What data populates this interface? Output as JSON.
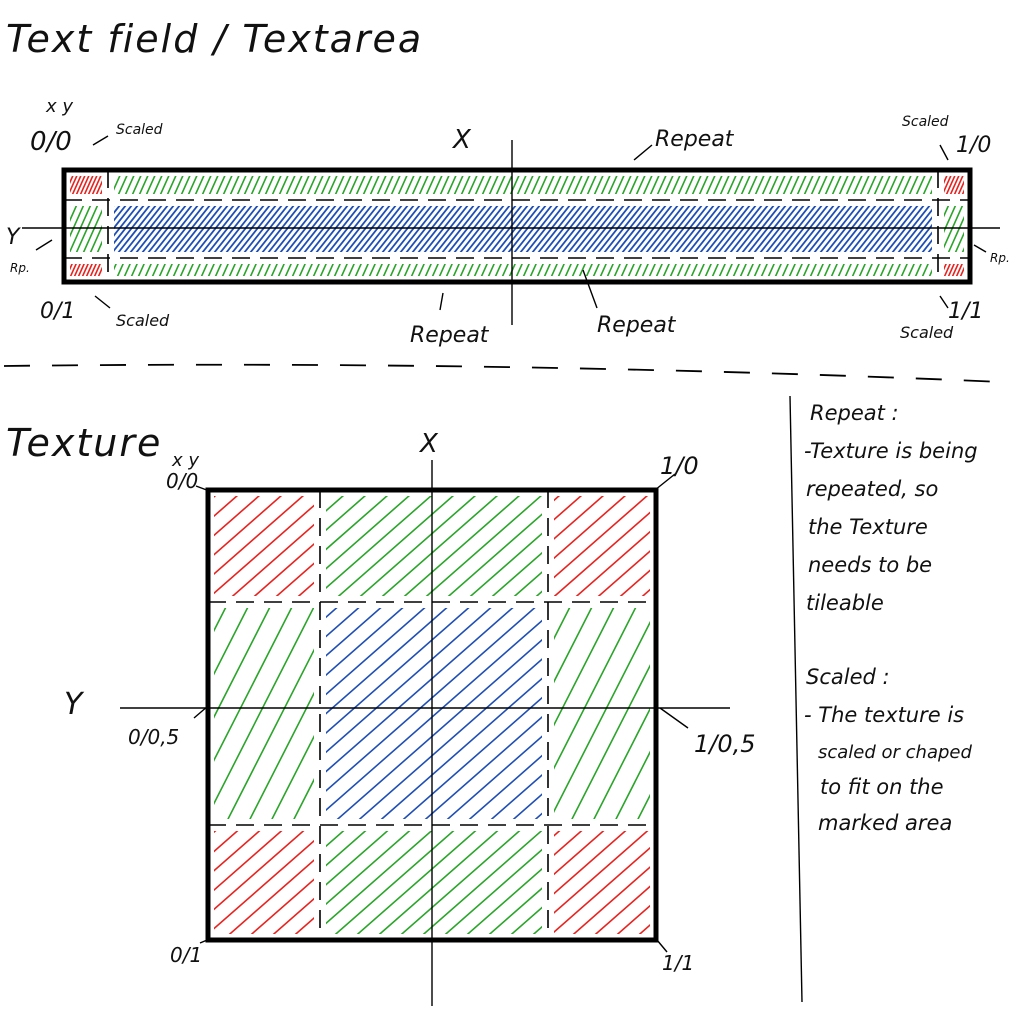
{
  "titles": {
    "textfield": "Text field / Textarea",
    "texture": "Texture"
  },
  "textfield_labels": {
    "x_axis": "X",
    "y_axis": "Y",
    "xy_header": "x y",
    "top_left": "0/0",
    "top_right": "1/0",
    "bottom_left": "0/1",
    "bottom_right": "1/1",
    "scaled_tl": "Scaled",
    "scaled_tr": "Scaled",
    "scaled_bl": "Scaled",
    "scaled_br": "Scaled",
    "repeat_top": "Repeat",
    "repeat_bottom": "Repeat",
    "repeat_center": "Repeat",
    "rp_left": "Rp.",
    "rp_right": "Rp."
  },
  "texture_labels": {
    "x_axis": "X",
    "y_axis": "Y",
    "xy_header": "x y",
    "top_left": "0/0",
    "top_right": "1/0",
    "mid_left": "0/0,5",
    "mid_right": "1/0,5",
    "bottom_left": "0/1",
    "bottom_right": "1/1"
  },
  "notes": {
    "repeat_title": "Repeat :",
    "repeat_lines": [
      "-Texture is being",
      "repeated, so",
      "the Texture",
      "needs to be",
      "tileable"
    ],
    "scaled_title": "Scaled :",
    "scaled_lines": [
      "- The texture is",
      "scaled or chaped",
      "to fit on the",
      "marked area"
    ]
  },
  "colors": {
    "corner_scaled": "#e8231f",
    "edge_repeat": "#2aa52a",
    "center_repeat": "#1f4fb5",
    "ink": "#000000"
  }
}
